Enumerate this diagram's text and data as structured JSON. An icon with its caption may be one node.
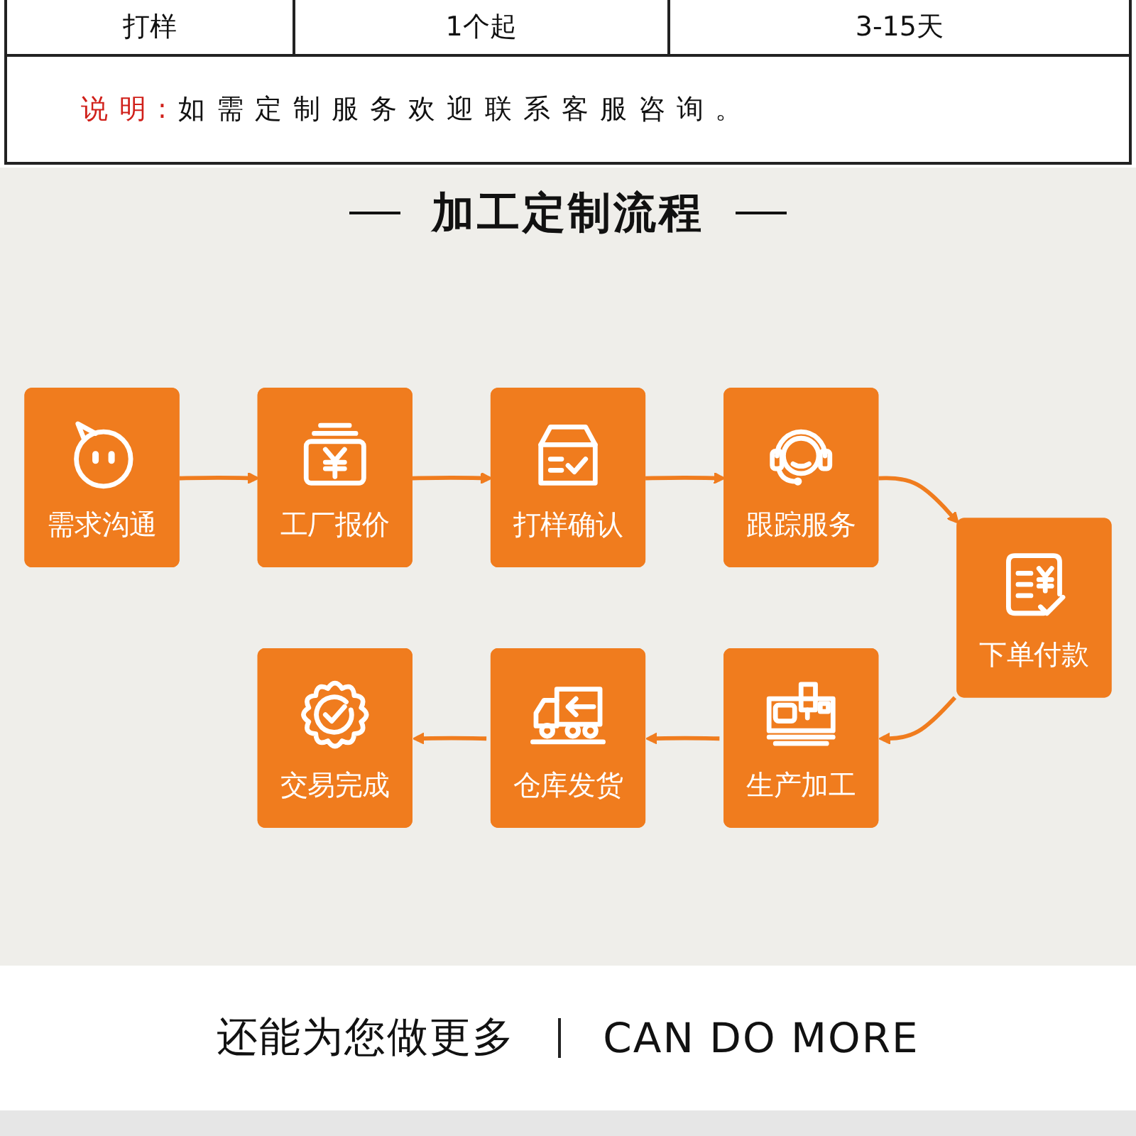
{
  "diagram": {
    "title": "加工定制流程",
    "nodes": [
      {
        "text": [
          "需求沟通"
        ]
      },
      {
        "text": [
          "工厂报价"
        ]
      },
      {
        "text": [
          "打样确认"
        ]
      },
      {
        "text": [
          "跟踪服务"
        ]
      },
      {
        "text": [
          "下单付款"
        ]
      },
      {
        "text": [
          "生产加工"
        ]
      },
      {
        "text": [
          "仓库发货"
        ]
      },
      {
        "text": [
          "交易完成"
        ]
      }
    ],
    "edges": [
      {
        "from": 0,
        "to": 1,
        "arrow": "to"
      },
      {
        "from": 1,
        "to": 2,
        "arrow": "to"
      },
      {
        "from": 2,
        "to": 3,
        "arrow": "to"
      },
      {
        "from": 3,
        "to": 4,
        "arrow": "to"
      },
      {
        "from": 4,
        "to": 5,
        "arrow": "to"
      },
      {
        "from": 5,
        "to": 6,
        "arrow": "to"
      },
      {
        "from": 6,
        "to": 7,
        "arrow": "to"
      }
    ],
    "labels": [
      "打样",
      "1个起",
      "3-15天",
      "说明:",
      "如需定制服务欢迎联系客服咨询。",
      "还能为您做更多",
      "CAN DO MORE"
    ]
  }
}
